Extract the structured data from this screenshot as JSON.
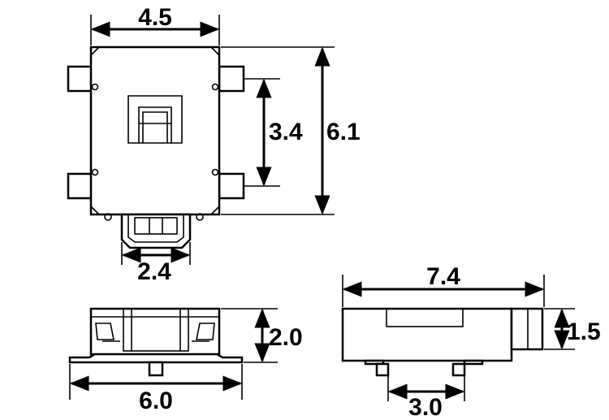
{
  "colors": {
    "stroke": "#000000",
    "background": "#ffffff"
  },
  "top_view": {
    "width_label": "4.5",
    "height_label": "6.1",
    "pad_spacing_label": "3.4",
    "actuator_width_label": "2.4"
  },
  "front_view": {
    "width_label": "6.0",
    "height_label": "2.0"
  },
  "side_view": {
    "length_label": "7.4",
    "height_label": "1.5",
    "pad_spacing_label": "3.0"
  }
}
